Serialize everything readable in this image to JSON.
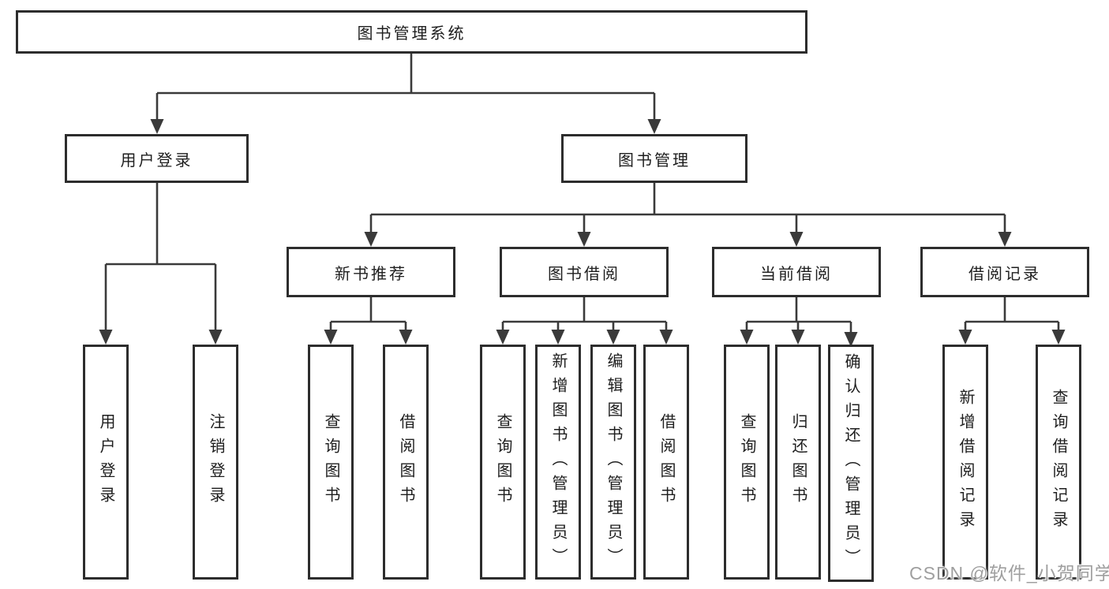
{
  "diagram": {
    "title_node": {
      "label": "图书管理系统"
    },
    "level2": [
      {
        "label": "用户登录"
      },
      {
        "label": "图书管理"
      }
    ],
    "level3": [
      {
        "label": "新书推荐",
        "parent": "图书管理"
      },
      {
        "label": "图书借阅",
        "parent": "图书管理"
      },
      {
        "label": "当前借阅",
        "parent": "图书管理"
      },
      {
        "label": "借阅记录",
        "parent": "图书管理"
      }
    ],
    "leaves": [
      {
        "label": "用户登录",
        "parent": "用户登录"
      },
      {
        "label": "注销登录",
        "parent": "用户登录"
      },
      {
        "label": "查询图书",
        "parent": "新书推荐"
      },
      {
        "label": "借阅图书",
        "parent": "新书推荐"
      },
      {
        "label": "查询图书",
        "parent": "图书借阅"
      },
      {
        "label": "新增图书（管理员）",
        "parent": "图书借阅"
      },
      {
        "label": "编辑图书（管理员）",
        "parent": "图书借阅"
      },
      {
        "label": "借阅图书",
        "parent": "图书借阅"
      },
      {
        "label": "查询图书",
        "parent": "当前借阅"
      },
      {
        "label": "归还图书",
        "parent": "当前借阅"
      },
      {
        "label": "确认归还（管理员）",
        "parent": "当前借阅"
      },
      {
        "label": "新增借阅记录",
        "parent": "借阅记录"
      },
      {
        "label": "查询借阅记录",
        "parent": "借阅记录"
      }
    ],
    "colors": {
      "line": "#3a3a3a",
      "border": "#2d2d2d",
      "text": "#1e1e1e"
    }
  },
  "watermark": {
    "text": "CSDN @软件_小贺同学",
    "color": "#9f9f9f"
  }
}
